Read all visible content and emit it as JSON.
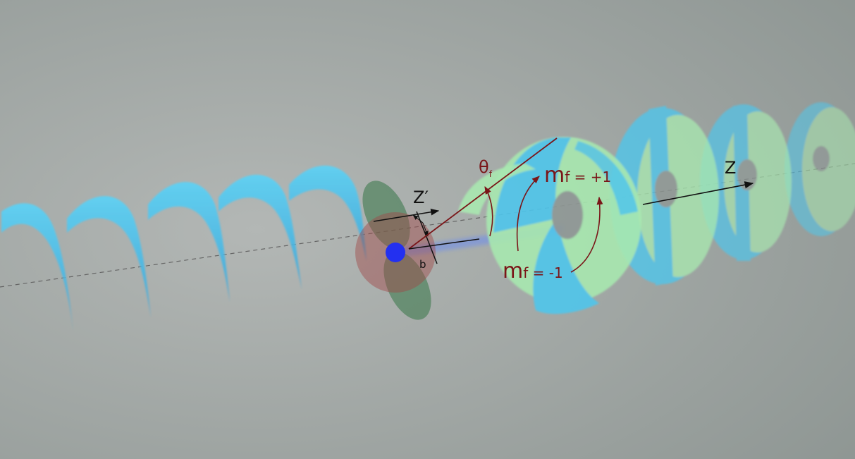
{
  "labels": {
    "z_prime": "Z′",
    "z": "Z",
    "b": "b",
    "theta_symbol": "θ",
    "theta_sub": "f",
    "mf_plus_m": "m",
    "mf_plus_rest": "f = +1",
    "mf_minus_m": "m",
    "mf_minus_rest": "f = -1"
  },
  "colors": {
    "background_light": "#b4b8b6",
    "background_dark": "#8c9490",
    "beam_cyan": "#4fc6ec",
    "beam_green": "#a8e8b0",
    "annotation_red": "#7a1518",
    "arrow_black": "#111111",
    "particle_blue": "#2330f0",
    "lobe_green": "#3f7a4f",
    "lobe_red": "#a04848",
    "axis_dash": "#666666"
  }
}
